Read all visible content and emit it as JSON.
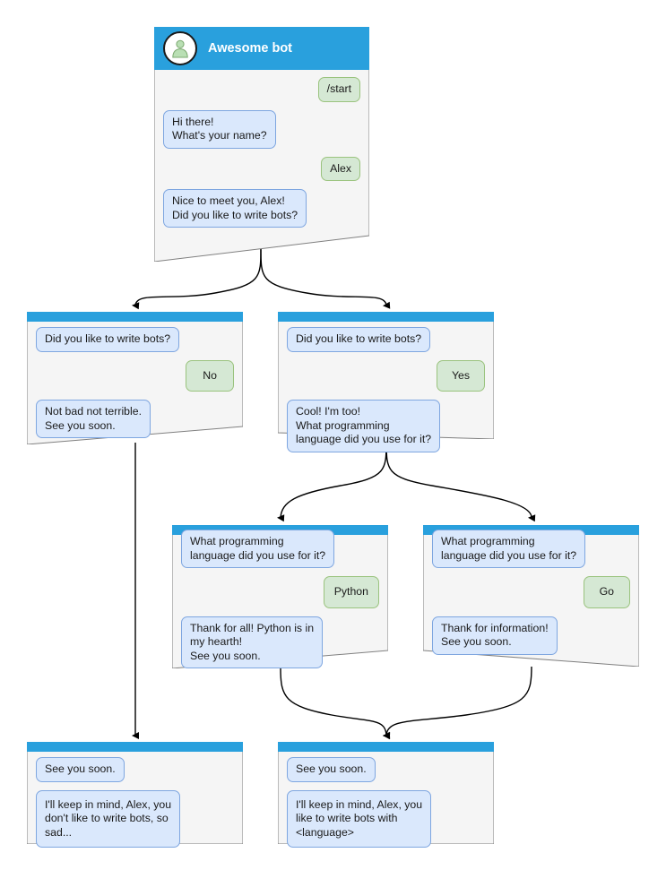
{
  "diagram": {
    "title": "Awesome bot chatbot conversation flow",
    "colors": {
      "header_blue": "#29a0dd",
      "node_fill": "#f5f5f5",
      "node_stroke": "#808080",
      "bot_bubble_fill": "#dae8fc",
      "bot_bubble_stroke": "#7ea6e0",
      "user_bubble_fill": "#d5e8d4",
      "user_bubble_stroke": "#9ac37e",
      "edge_stroke": "#000000",
      "avatar_person": "#b9dfb4"
    }
  },
  "nodes": {
    "root": {
      "header_title": "Awesome bot",
      "avatar_icon": "person-avatar-icon",
      "messages": [
        {
          "side": "right",
          "sender": "user",
          "text": "/start"
        },
        {
          "side": "left",
          "sender": "bot",
          "text": "Hi there!\nWhat's your name?"
        },
        {
          "side": "right",
          "sender": "user",
          "text": "Alex"
        },
        {
          "side": "left",
          "sender": "bot",
          "text": "Nice to meet you, Alex!\nDid you like to write bots?"
        }
      ]
    },
    "no_branch": {
      "messages": [
        {
          "side": "left",
          "sender": "bot",
          "text": "Did you like to write bots?"
        },
        {
          "side": "right",
          "sender": "user",
          "text": "No"
        },
        {
          "side": "left",
          "sender": "bot",
          "text": "Not bad not terrible.\nSee you soon."
        }
      ]
    },
    "yes_branch": {
      "messages": [
        {
          "side": "left",
          "sender": "bot",
          "text": "Did you like to write bots?"
        },
        {
          "side": "right",
          "sender": "user",
          "text": "Yes"
        },
        {
          "side": "left",
          "sender": "bot",
          "text": "Cool! I'm too!\nWhat programming\nlanguage did you use for it?"
        }
      ]
    },
    "python_branch": {
      "messages": [
        {
          "side": "left",
          "sender": "bot",
          "text": "What programming\nlanguage did you use for it?"
        },
        {
          "side": "right",
          "sender": "user",
          "text": "Python"
        },
        {
          "side": "left",
          "sender": "bot",
          "text": "Thank for all! Python is in\nmy hearth!\nSee you soon."
        }
      ]
    },
    "go_branch": {
      "messages": [
        {
          "side": "left",
          "sender": "bot",
          "text": "What programming\nlanguage did you use for it?"
        },
        {
          "side": "right",
          "sender": "user",
          "text": "Go"
        },
        {
          "side": "left",
          "sender": "bot",
          "text": "Thank for information!\nSee you soon."
        }
      ]
    },
    "end_sad": {
      "messages": [
        {
          "side": "left",
          "sender": "bot",
          "text": "See you soon."
        },
        {
          "side": "left",
          "sender": "bot",
          "text": "I'll keep in mind, Alex, you\ndon't like to write bots, so\nsad..."
        }
      ]
    },
    "end_happy": {
      "messages": [
        {
          "side": "left",
          "sender": "bot",
          "text": "See you soon."
        },
        {
          "side": "left",
          "sender": "bot",
          "text": "I'll keep in mind, Alex, you\nlike to write bots with\n<language>"
        }
      ]
    }
  }
}
